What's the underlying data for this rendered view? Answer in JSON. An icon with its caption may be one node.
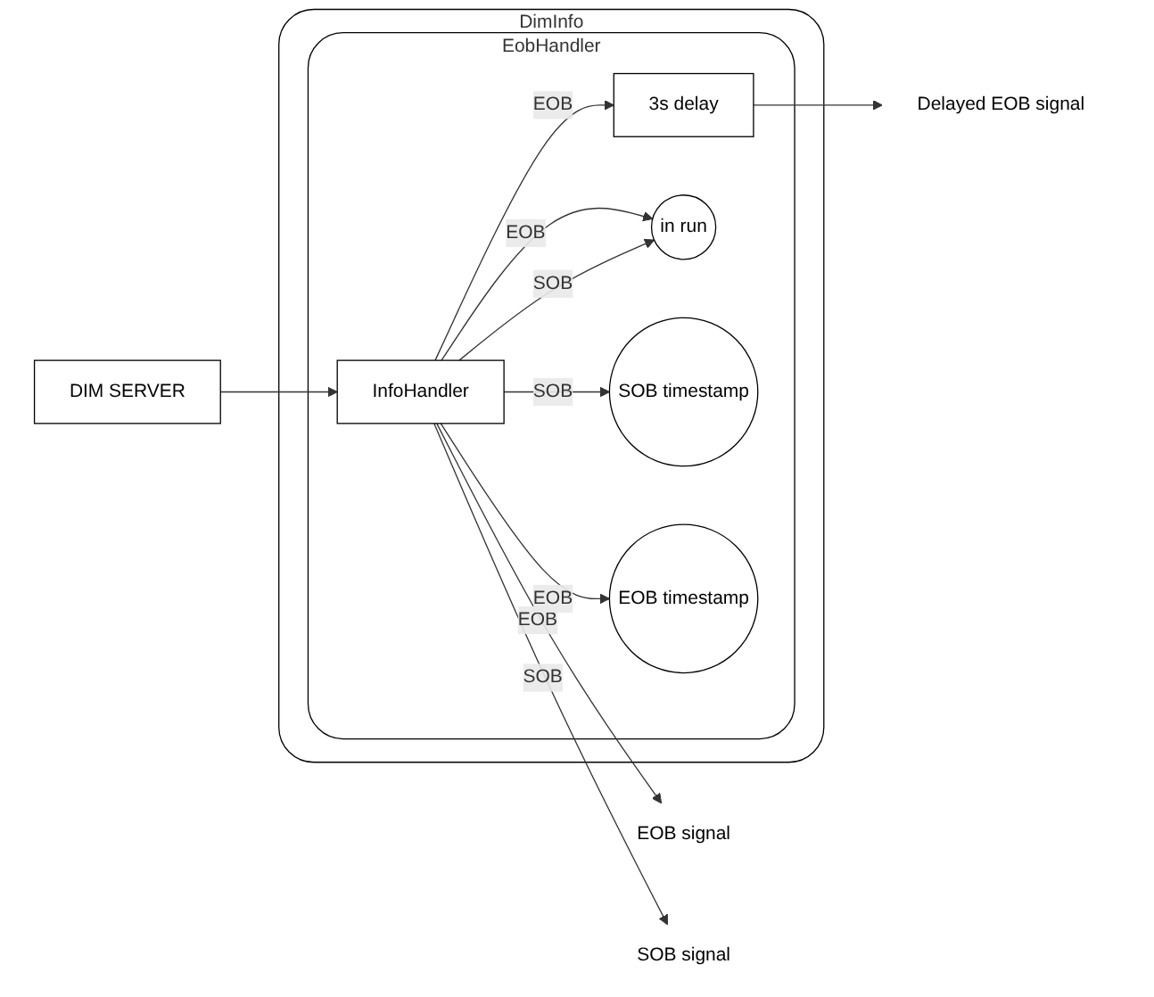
{
  "diagram": {
    "nodes": [
      {
        "text": [
          "Delayed EOB signal"
        ]
      },
      {
        "text": [
          "EOB signal"
        ]
      },
      {
        "text": [
          "SOB signal"
        ]
      },
      {
        "text": [
          "DimInfo"
        ]
      },
      {
        "text": [
          "EobHandler"
        ],
        "in": 3
      },
      {
        "text": [
          "3s delay"
        ],
        "in": 4
      },
      {
        "text": [
          "DIM SERVER"
        ]
      },
      {
        "text": [
          "InfoHandler"
        ],
        "in": 4
      },
      {
        "text": [
          "in run"
        ],
        "in": 4
      },
      {
        "text": [
          "SOB timestamp"
        ],
        "in": 4
      },
      {
        "text": [
          "EOB timestamp"
        ],
        "in": 4
      }
    ],
    "edges": [
      {
        "from": 6,
        "to": 7,
        "arrow": "to"
      },
      {
        "from": 7,
        "to": 5,
        "arrow": "to",
        "label": "EOB"
      },
      {
        "from": 5,
        "to": 0,
        "arrow": "to"
      },
      {
        "from": 7,
        "to": 1,
        "arrow": "to",
        "label": "EOB"
      },
      {
        "from": 7,
        "to": 2,
        "arrow": "to",
        "label": "SOB"
      },
      {
        "from": 7,
        "to": 8,
        "arrow": "to",
        "label": "EOB"
      },
      {
        "from": 7,
        "to": 8,
        "arrow": "to",
        "label": "SOB"
      },
      {
        "from": 7,
        "to": 9,
        "arrow": "to",
        "label": "SOB"
      },
      {
        "from": 7,
        "to": 10,
        "arrow": "to",
        "label": "EOB"
      }
    ]
  }
}
